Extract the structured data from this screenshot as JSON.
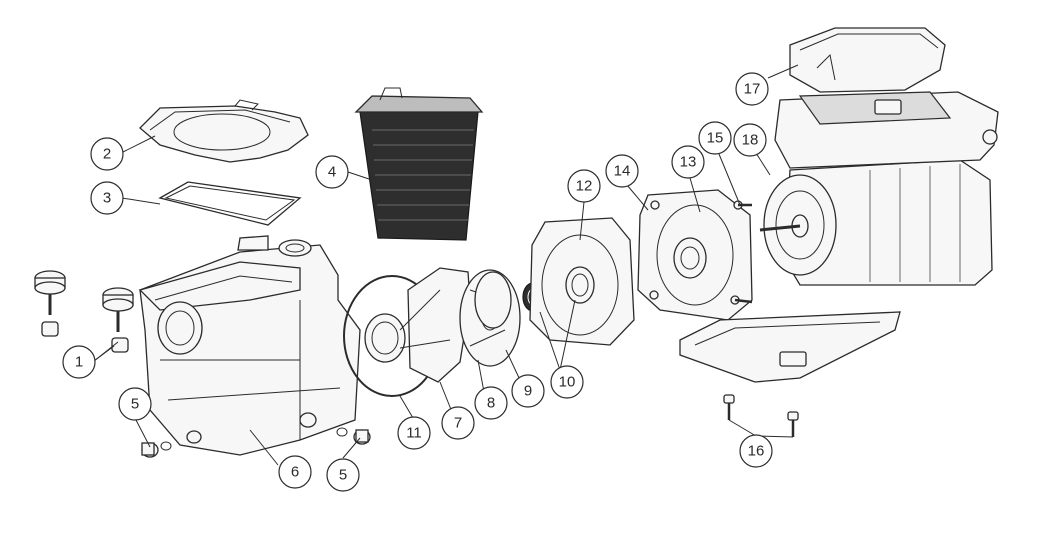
{
  "diagram": {
    "type": "exploded-parts-view",
    "callouts": [
      {
        "id": "c1",
        "label": "1"
      },
      {
        "id": "c2",
        "label": "2"
      },
      {
        "id": "c3",
        "label": "3"
      },
      {
        "id": "c4",
        "label": "4"
      },
      {
        "id": "c5a",
        "label": "5"
      },
      {
        "id": "c5b",
        "label": "5"
      },
      {
        "id": "c6",
        "label": "6"
      },
      {
        "id": "c7",
        "label": "7"
      },
      {
        "id": "c8",
        "label": "8"
      },
      {
        "id": "c9",
        "label": "9"
      },
      {
        "id": "c10",
        "label": "10"
      },
      {
        "id": "c11",
        "label": "11"
      },
      {
        "id": "c12",
        "label": "12"
      },
      {
        "id": "c13",
        "label": "13"
      },
      {
        "id": "c14",
        "label": "14"
      },
      {
        "id": "c15",
        "label": "15"
      },
      {
        "id": "c16",
        "label": "16"
      },
      {
        "id": "c17",
        "label": "17"
      },
      {
        "id": "c18",
        "label": "18"
      }
    ],
    "colors": {
      "line": "#2b2b2b",
      "fill": "#f7f7f7",
      "basket": "#2e2e2e"
    }
  }
}
